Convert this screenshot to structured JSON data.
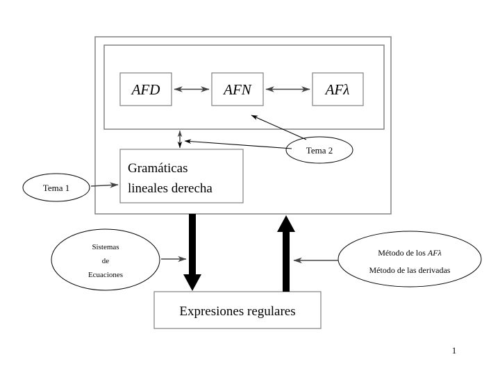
{
  "slide": {
    "page_number": "1",
    "background_color": "#ffffff"
  },
  "frames": {
    "outer_label": "outer-frame",
    "inner_label": "inner-frame",
    "border_color": "#8a8a8a"
  },
  "automata": {
    "afd": "AFD",
    "afn": "AFN",
    "aflambda": "AFλ"
  },
  "grammar_box": {
    "line1": "Gramáticas",
    "line2": "lineales derecha"
  },
  "expressions_box": {
    "label": "Expresiones regulares"
  },
  "ellipses": {
    "tema1": "Tema 1",
    "tema2": "Tema 2",
    "sistemas": {
      "line1": "Sistemas",
      "line2": "de",
      "line3": "Ecuaciones"
    },
    "metodos": {
      "line1_prefix": "Método de los ",
      "line1_italic": "AFλ",
      "line2": "Método de las derivadas"
    }
  },
  "connectors": {
    "afd_afn": "double-arrow-afd-afn",
    "afn_aflambda": "double-arrow-afn-aflambda",
    "grammar_automata": "double-arrow-vertical",
    "tema1_to_grammar": "arrow-tema1-grammar",
    "tema2_to_automata": "arrow-tema2-automata",
    "tema2_to_grammar": "arrow-tema2-grammar",
    "sistemas_to_down": "arrow-sistemas",
    "metodos_to_up": "arrow-metodos",
    "thick_down": "thick-arrow-down",
    "thick_up": "thick-arrow-up"
  }
}
